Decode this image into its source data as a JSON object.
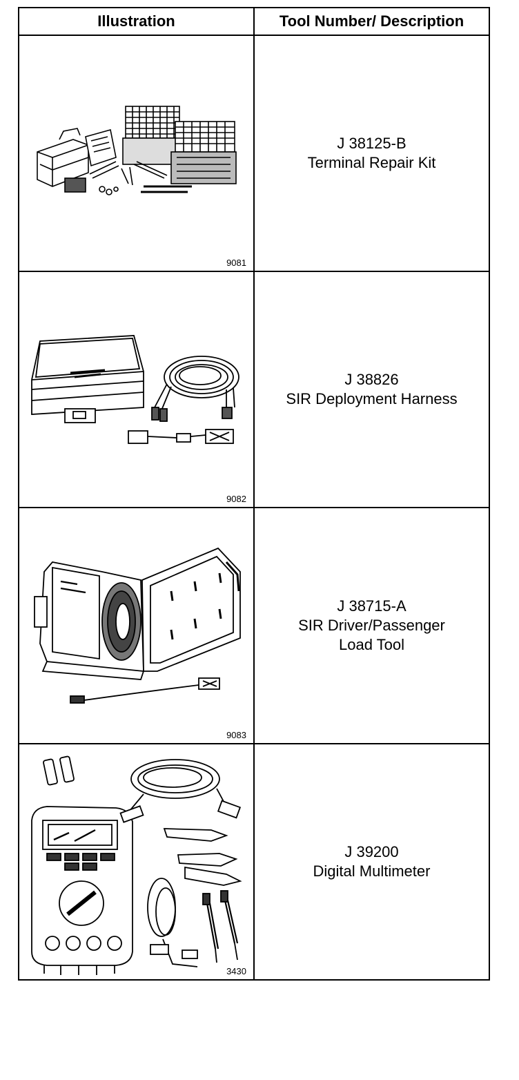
{
  "table": {
    "header": {
      "illustration": "Illustration",
      "tool": "Tool Number/ Description"
    },
    "rows": [
      {
        "number": "J 38125-B",
        "description": [
          "Terminal Repair Kit"
        ],
        "figure": "9081",
        "icon": "terminal-repair-kit-illustration"
      },
      {
        "number": "J 38826",
        "description": [
          "SIR Deployment Harness"
        ],
        "figure": "9082",
        "icon": "deployment-harness-illustration"
      },
      {
        "number": "J 38715-A",
        "description": [
          "SIR Driver/Passenger",
          "Load Tool"
        ],
        "figure": "9083",
        "icon": "load-tool-illustration"
      },
      {
        "number": "J 39200",
        "description": [
          "Digital Multimeter"
        ],
        "figure": "3430",
        "icon": "digital-multimeter-illustration"
      }
    ]
  }
}
